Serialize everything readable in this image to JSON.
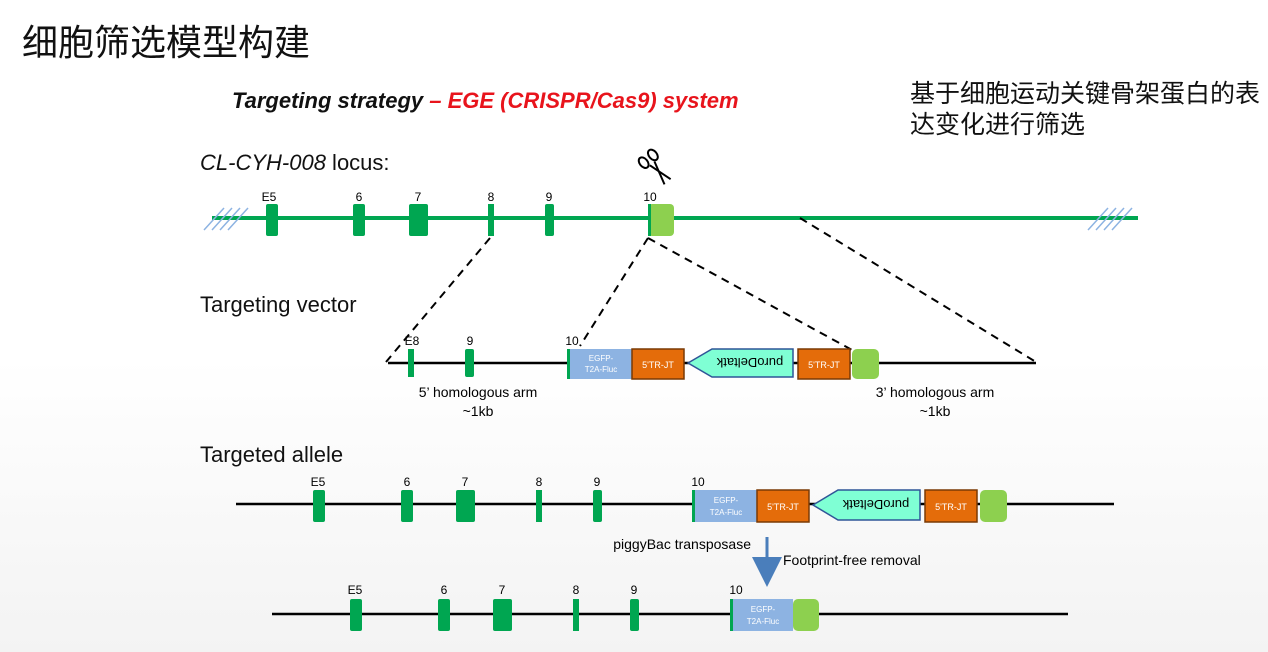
{
  "title": "细胞筛选模型构建",
  "caption": "基于细胞运动关键骨架蛋白的表达变化进行筛选",
  "heading": {
    "prefix": "Targeting strategy",
    "suffix": "– EGE (CRISPR/Cas9) system"
  },
  "sections": {
    "locus_name": "CL-CYH-008",
    "locus_suffix": " locus:",
    "vector": "Targeting vector",
    "allele": "Targeted allele"
  },
  "exon_labels": {
    "e5": "E5",
    "e6": "6",
    "e7": "7",
    "e8": "8",
    "e9": "9",
    "e10": "10",
    "vector_e8": "E8"
  },
  "cassette": {
    "egfp_line1": "EGFP-",
    "egfp_line2": "T2A-Fluc",
    "tr": "5'TR-JT",
    "puro": "puroDeltatk"
  },
  "arms": {
    "left_line1": "5’ homologous  arm",
    "left_line2": "~1kb",
    "right_line1": "3’ homologous  arm",
    "right_line2": "~1kb"
  },
  "removal": {
    "enzyme": "piggyBac transposase",
    "result": "Footprint-free removal"
  },
  "colors": {
    "exon": "#00a651",
    "exon_light": "#8dd04f",
    "egfp": "#8db3e2",
    "tr": "#e46c0a",
    "puro": "#7fffd4",
    "heading_red": "#e8141c",
    "arrow": "#4a7ebb"
  }
}
